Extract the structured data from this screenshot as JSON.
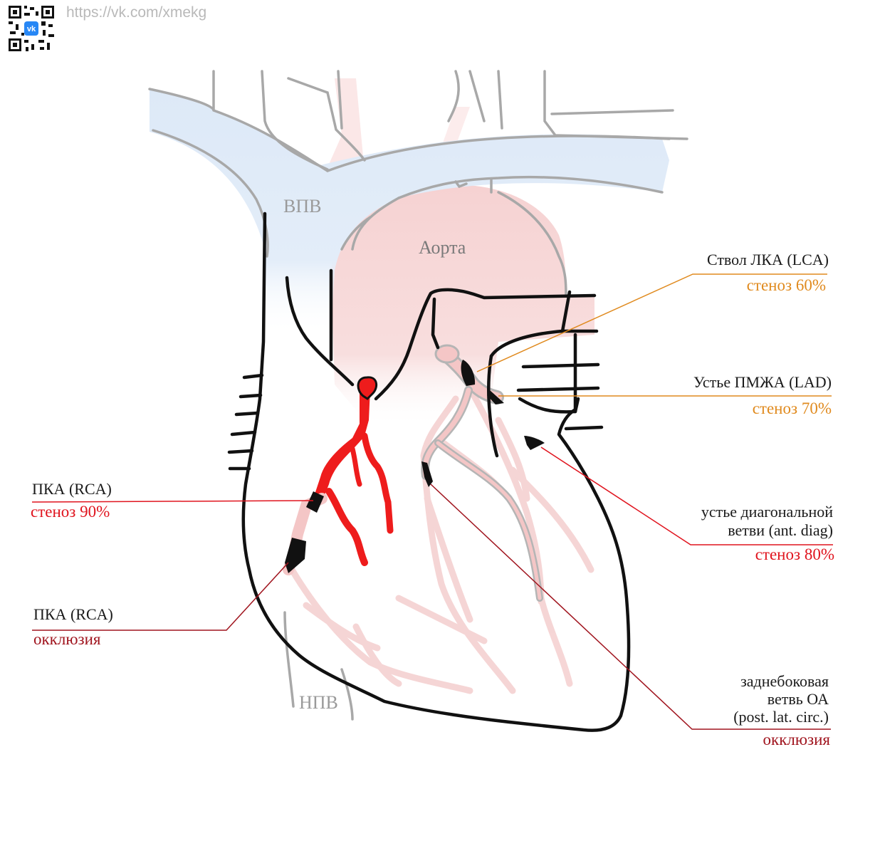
{
  "header": {
    "url": "https://vk.com/xmekg",
    "qr_icon": "qr-code-icon",
    "vk_logo": "vk-logo-icon"
  },
  "anatomy": {
    "svc": "ВПВ",
    "aorta": "Аорта",
    "ivc": "НПВ"
  },
  "lesions": {
    "lca": {
      "name": "Ствол ЛКА (LCA)",
      "status": "стеноз 60%",
      "color": "#e08a1e"
    },
    "lad": {
      "name": "Устье ПМЖА (LAD)",
      "status": "стеноз 70%",
      "color": "#e08a1e"
    },
    "diag": {
      "name_line1": "устье диагональной",
      "name_line2": "ветви (ant. diag)",
      "status": "стеноз 80%",
      "color": "#e0141e"
    },
    "rca_stenosis": {
      "name": "ПКА (RCA)",
      "status": "стеноз 90%",
      "color": "#e0141e"
    },
    "rca_occlusion": {
      "name": "ПКА (RCA)",
      "status": "окклюзия",
      "color": "#a0141e"
    },
    "posterolateral": {
      "name_line1": "заднебоковая",
      "name_line2": "ветвь ОА",
      "name_line3": "(post. lat. circ.)",
      "status": "окклюзия",
      "color": "#a0141e"
    }
  },
  "colors": {
    "outline": "#111111",
    "vessel_gray": "#a8a8a8",
    "svc_fill": "#dce9f7",
    "aorta_fill": "#f6d3d3",
    "artery_red": "#ee1c1c",
    "artery_faint": "#f3b9b9"
  }
}
